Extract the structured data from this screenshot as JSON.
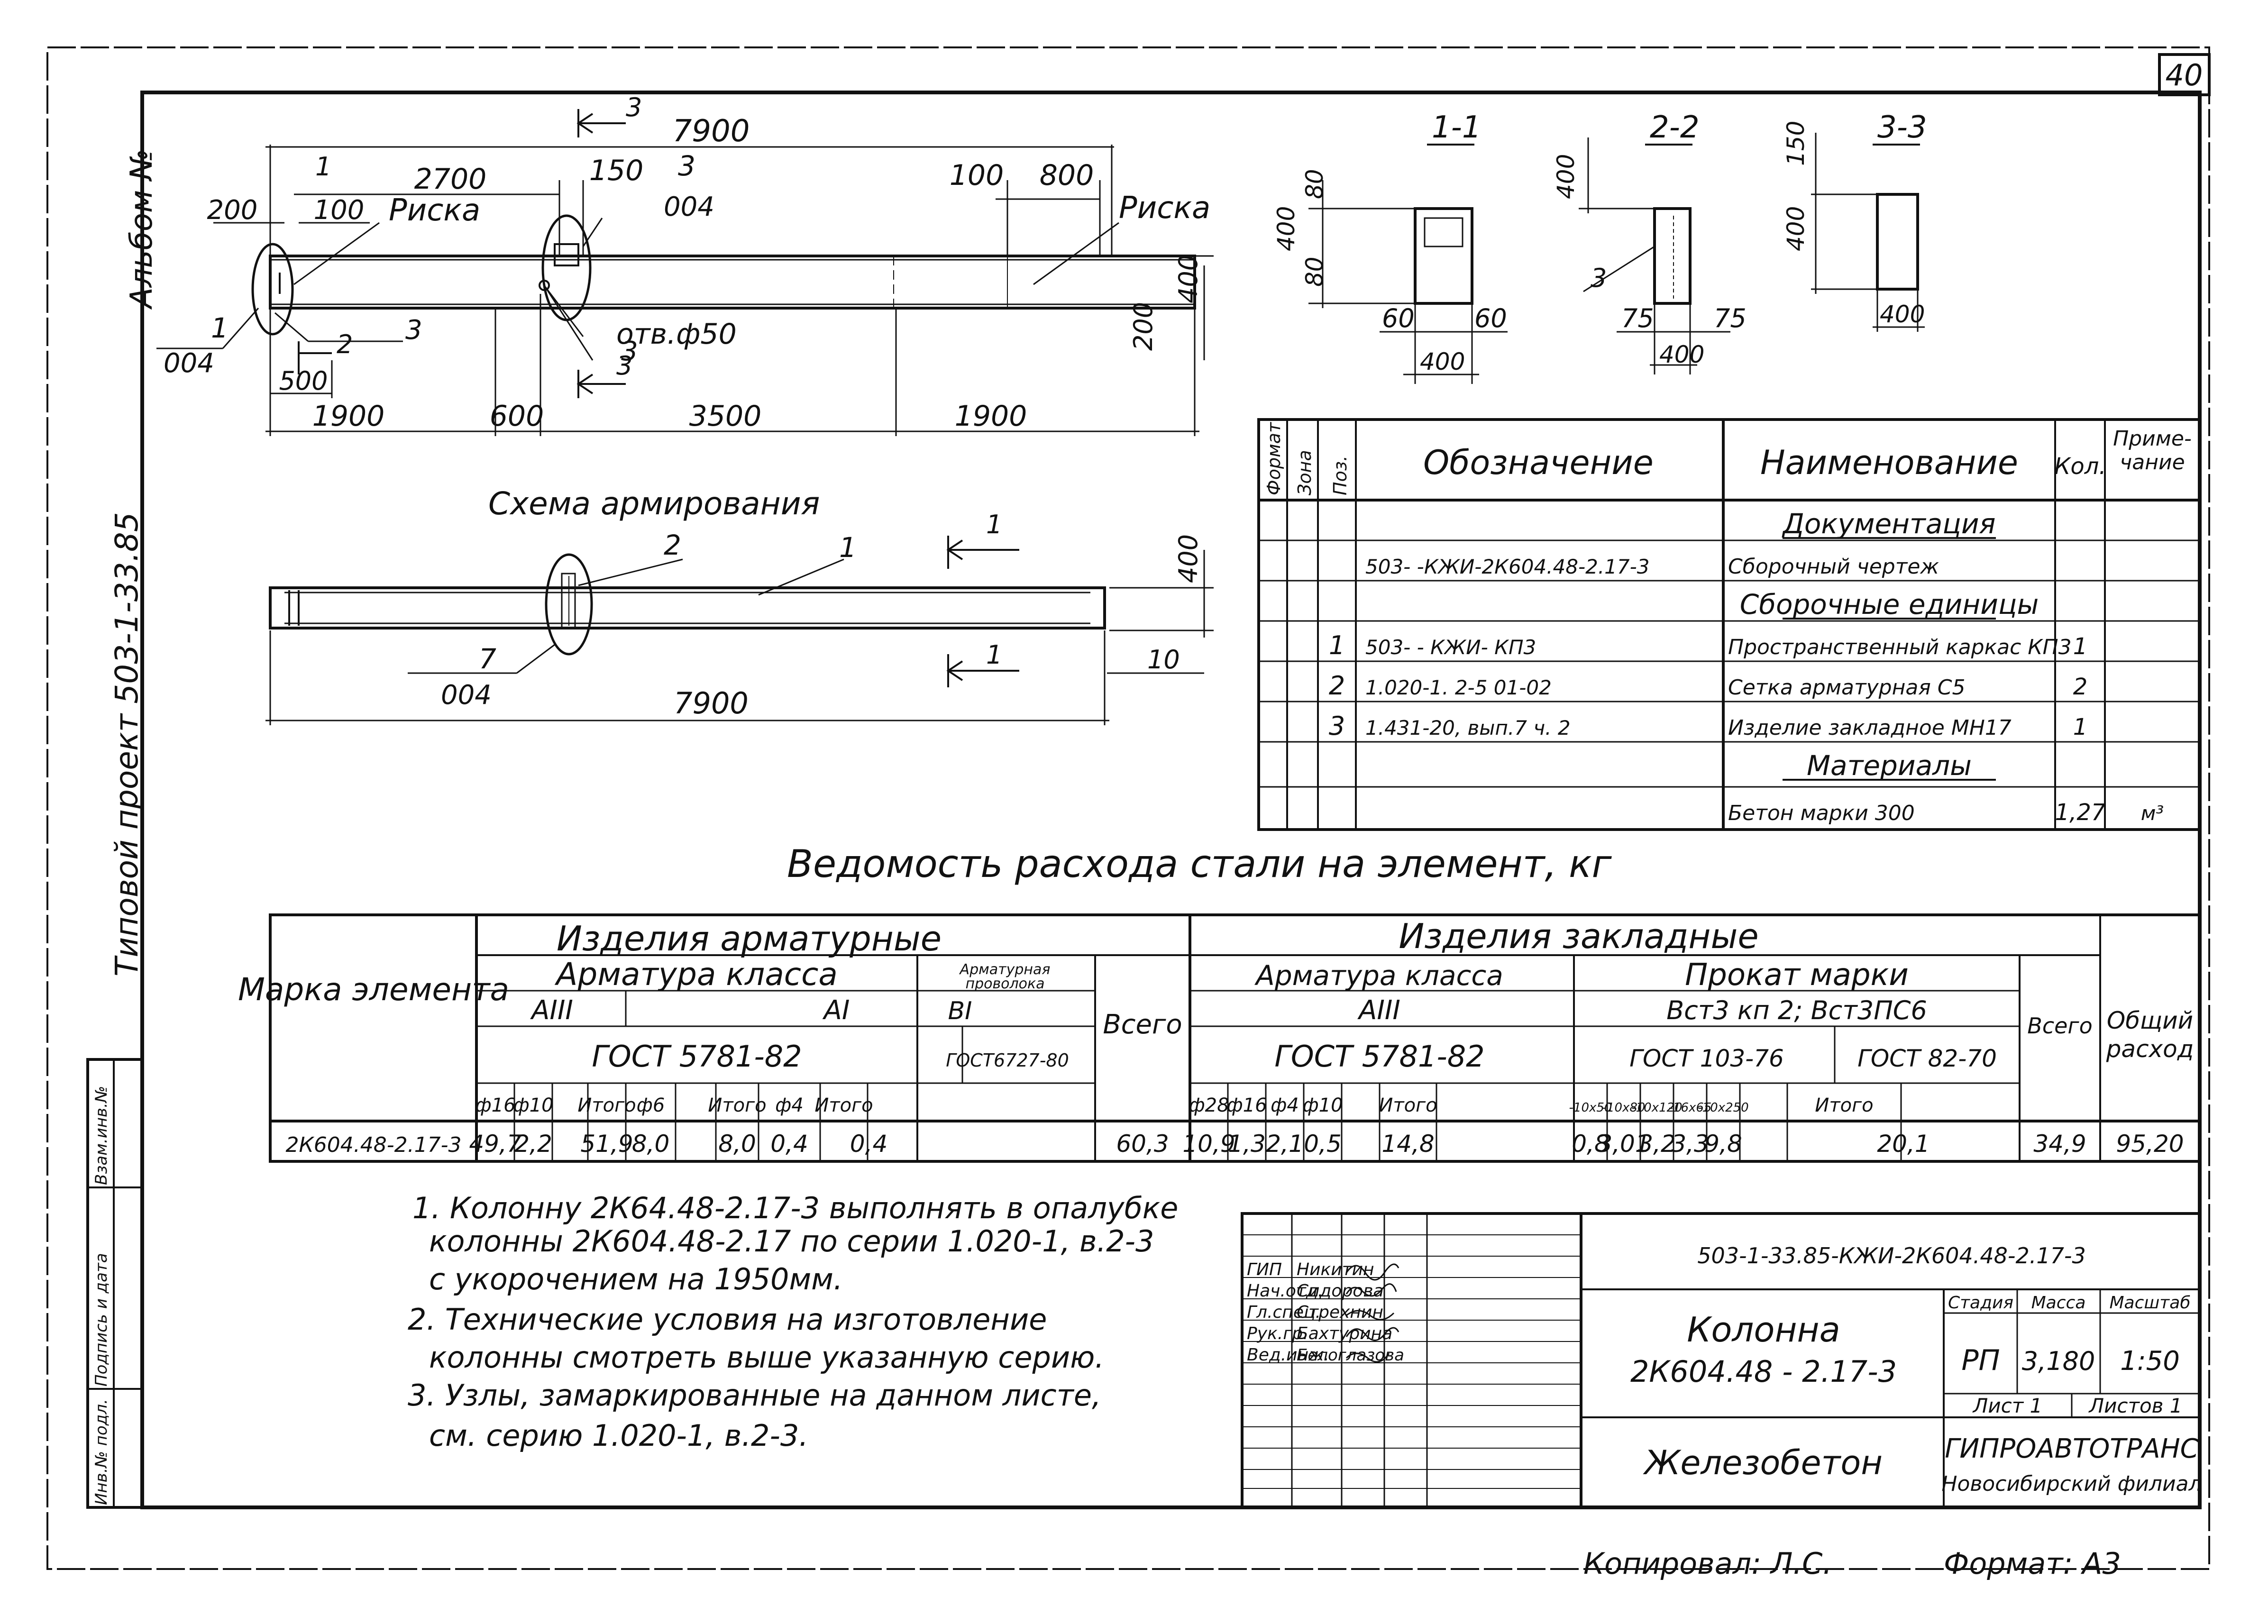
{
  "sheet": {
    "page_number": "40",
    "album": "Альбом №",
    "project": "Типовой проект 503-1-33.85",
    "copied": "Копировал: Л.С.",
    "format": "Формат: А3"
  },
  "elevation": {
    "dims_top": [
      "7900",
      "2700",
      "150",
      "100",
      "800",
      "200",
      "100"
    ],
    "dims_bottom": [
      "500",
      "1900",
      "600",
      "3500",
      "1900"
    ],
    "dims_side": [
      "400",
      "200"
    ],
    "labels": {
      "riska_left": "Риска",
      "riska_right": "Риска",
      "hole": "отв.ф50",
      "callout_1_num": "1",
      "callout_1_ref": "004",
      "callout_3_num": "3",
      "callout_3_ref": "004",
      "sec3_top": "3",
      "sec3_bottom": "3",
      "sec2": "2",
      "mark_3a": "3",
      "mark_3b": "3",
      "mark_1": "1"
    }
  },
  "reinforcement": {
    "title": "Схема армирования",
    "length": "7900",
    "height": "400",
    "cover": "10",
    "pos_1": "1",
    "pos_2": "2",
    "callout_num": "7",
    "callout_ref": "004",
    "sec_1a": "1",
    "sec_1b": "1"
  },
  "sections": {
    "s11": {
      "title": "1-1",
      "dims": [
        "80",
        "400",
        "80",
        "60",
        "60",
        "400"
      ]
    },
    "s22": {
      "title": "2-2",
      "dims": [
        "400",
        "3",
        "75",
        "75",
        "400"
      ]
    },
    "s33": {
      "title": "3-3",
      "dims": [
        "150",
        "400",
        "400"
      ]
    }
  },
  "spec": {
    "headers": {
      "format": "Формат",
      "zone": "Зона",
      "pos": "Поз.",
      "designation": "Обозначение",
      "name": "Наименование",
      "qty": "Кол.",
      "note": "Приме- чание"
    },
    "rows": [
      {
        "pos": "",
        "designation": "",
        "name": "Документация",
        "qty": "",
        "note": "",
        "heading": true
      },
      {
        "pos": "",
        "designation": "503-    -КЖИ-2К604.48-2.17-3",
        "name": "Сборочный чертеж",
        "qty": "",
        "note": ""
      },
      {
        "pos": "",
        "designation": "",
        "name": "Сборочные единицы",
        "qty": "",
        "note": "",
        "heading": true
      },
      {
        "pos": "1",
        "designation": "503-      - КЖИ- КП3",
        "name": "Пространственный каркас КП3",
        "qty": "1",
        "note": ""
      },
      {
        "pos": "2",
        "designation": "1.020-1.   2-5   01-02",
        "name": "Сетка арматурная С5",
        "qty": "2",
        "note": ""
      },
      {
        "pos": "3",
        "designation": "1.431-20, вып.7 ч. 2",
        "name": "Изделие закладное МН17",
        "qty": "1",
        "note": ""
      },
      {
        "pos": "",
        "designation": "",
        "name": "Материалы",
        "qty": "",
        "note": "",
        "heading": true
      },
      {
        "pos": "",
        "designation": "",
        "name": "Бетон марки 300",
        "qty": "1,27",
        "note": "м³"
      }
    ]
  },
  "steel": {
    "title": "Ведомость расхода стали на элемент, кг",
    "h_mark": "Марка элемента",
    "h_arm": "Изделия арматурные",
    "h_emb": "Изделия закладные",
    "h_arm_class": "Арматура класса",
    "h_wire": "Арматурная проволока",
    "h_a3": "АIII",
    "h_a1": "АI",
    "h_b1": "ВI",
    "h_gost5781": "ГОСТ 5781-82",
    "h_gost6727": "ГОСТ6727-80",
    "h_total": "Всего",
    "h_emb_arm": "Арматура класса",
    "h_emb_a3": "АIII",
    "h_emb_gost": "ГОСТ 5781-82",
    "h_prokat": "Прокат марки",
    "h_steel_grade": "Вст3 кп 2; Вст3ПС6",
    "h_gost103": "ГОСТ 103-76",
    "h_gost82": "ГОСТ 82-70",
    "h_emb_total": "Всего",
    "h_overall": "Общий расход",
    "cols": [
      "ф16",
      "ф10",
      "",
      "Итого",
      "ф6",
      "",
      "Итого",
      "ф4",
      "Итого",
      "ф28",
      "ф16",
      "ф4",
      "ф10",
      "",
      "Итого",
      "-10x50",
      "-10x80",
      "-10x120",
      "-16x65",
      "-10x250",
      "",
      "Итого"
    ],
    "row": {
      "mark": "2К604.48-2.17-3",
      "values": [
        "49,7",
        "2,2",
        "",
        "51,9",
        "8,0",
        "",
        "8,0",
        "0,4",
        "0,4",
        "60,3",
        "10,9",
        "1,3",
        "2,1",
        "0,5",
        "",
        "14,8",
        "0,8",
        "3,01",
        "3,2",
        "3,3",
        "9,8",
        "",
        "20,1",
        "34,9",
        "95,20"
      ]
    }
  },
  "notes": [
    "1. Колонну 2К64.48-2.17-3 выполнять в опалубке",
    "колонны 2К604.48-2.17 по серии 1.020-1, в.2-3",
    "с укорочением на 1950мм.",
    "2. Технические условия на изготовление",
    "колонны смотреть выше указанную серию.",
    "3. Узлы, замаркированные на данном листе,",
    "см.              серию 1.020-1, в.2-3."
  ],
  "stamp": {
    "code": "503-1-33.85-КЖИ-2К604.48-2.17-3",
    "roles": [
      "ГИП",
      "Нач.отд.",
      "Гл.спец.",
      "Рук.гр.",
      "Вед.инж."
    ],
    "names": [
      "Никитин",
      "Сидорова",
      "Стрехнин",
      "Бахтурина",
      "Белоглазова"
    ],
    "title_1": "Колонна",
    "title_2": "2К604.48 - 2.17-3",
    "material": "Железобетон",
    "stage_h": "Стадия",
    "mass_h": "Масса",
    "scale_h": "Масштаб",
    "stage": "РП",
    "mass": "3,180",
    "scale": "1:50",
    "sheet": "Лист 1",
    "sheets": "Листов 1",
    "org_1": "ГИПРОАВТОТРАНС",
    "org_2": "Новосибирский филиал"
  },
  "side_stamp": [
    "Инв.№ подл.",
    "Подпись и дата",
    "Взам.инв.№"
  ]
}
